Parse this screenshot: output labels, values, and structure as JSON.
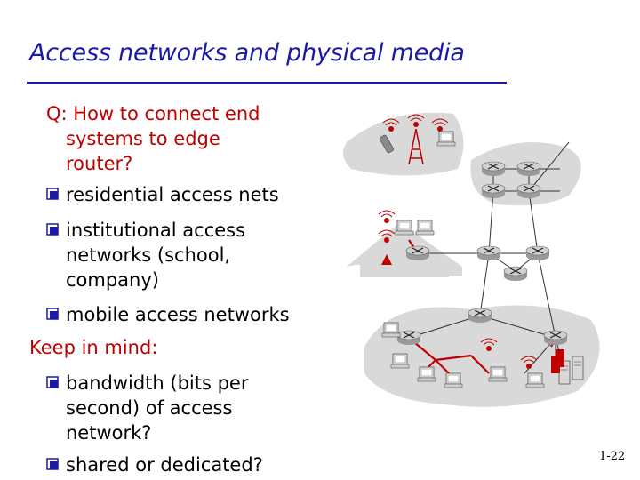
{
  "slide": {
    "title": "Access networks and physical media",
    "question": [
      "Q: How to connect end",
      "systems to edge",
      "router?"
    ],
    "bullets_top": [
      [
        "residential access nets"
      ],
      [
        "institutional access",
        "networks (school,",
        "company)"
      ],
      [
        "mobile access networks"
      ]
    ],
    "keep_in_mind": "Keep in mind:",
    "bullets_bottom": [
      [
        "bandwidth (bits per",
        "second) of access",
        "network?"
      ],
      [
        "shared or dedicated?"
      ]
    ],
    "slide_number": "1-22"
  },
  "colors": {
    "title": "#1a1aa6",
    "highlight": "#c00000",
    "bullet": "#1a1aa6",
    "cloud": "#d9d9d9",
    "link": "#c00000"
  }
}
